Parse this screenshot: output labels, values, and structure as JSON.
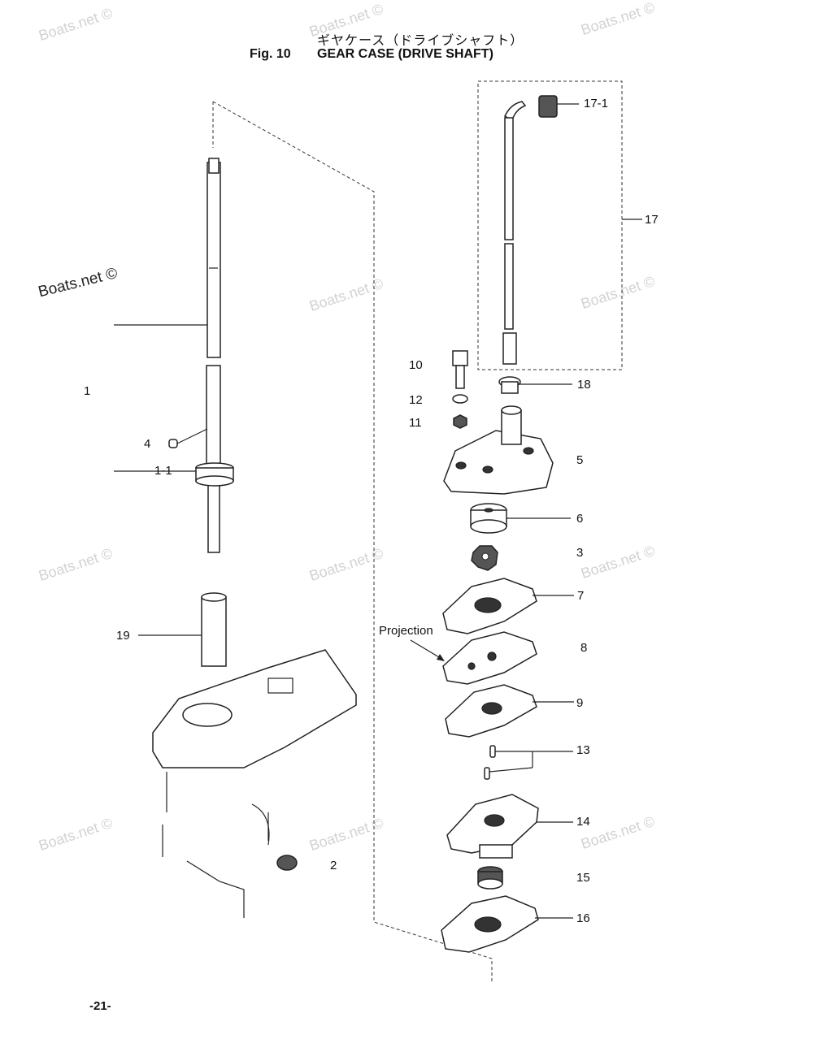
{
  "header": {
    "title_jp": "ギヤケース（ドライブシャフト）",
    "fig_no": "Fig. 10",
    "title_en": "GEAR CASE (DRIVE SHAFT)"
  },
  "watermark": "Boats.net ©",
  "page_number": "-21-",
  "projection_label": "Projection",
  "callouts": {
    "c1": "1",
    "c1_1": "1-1",
    "c2": "2",
    "c3": "3",
    "c4": "4",
    "c5": "5",
    "c6": "6",
    "c7": "7",
    "c8": "8",
    "c9": "9",
    "c10": "10",
    "c11": "11",
    "c12": "12",
    "c13": "13",
    "c14": "14",
    "c15": "15",
    "c16": "16",
    "c17": "17",
    "c17_1": "17-1",
    "c18": "18",
    "c19": "19"
  }
}
